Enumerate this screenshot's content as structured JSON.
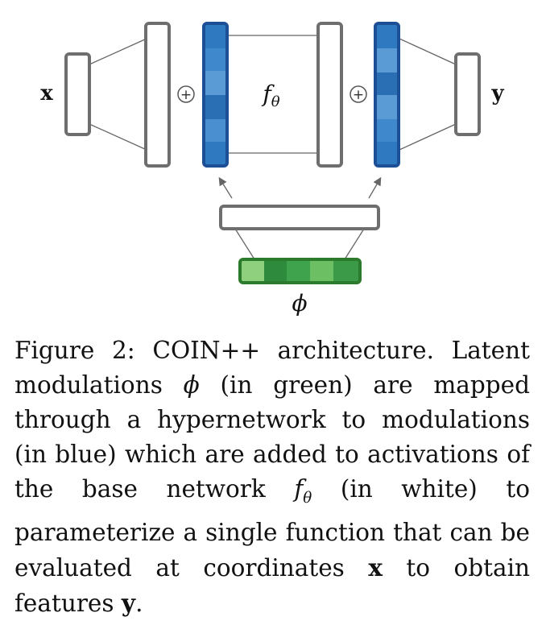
{
  "diagram": {
    "input_label": "x",
    "output_label": "y",
    "base_network_label": "f",
    "base_network_subscript": "θ",
    "latent_label": "ϕ",
    "add_symbol": "+",
    "colors": {
      "layer_stroke": "#6e6e6e",
      "blue_fill": "#2f79c0",
      "blue_stroke": "#1c4f96",
      "blue_light": "#5b9bd5",
      "green_fill": "#3a9a48",
      "green_stroke": "#2c7a2c",
      "green_light": "#8fd07e",
      "edge": "#666666"
    }
  },
  "caption": {
    "figure_label": "Figure 2:",
    "title": "COIN++ architecture.",
    "text_1": "Latent modulations",
    "latent_symbol": "ϕ",
    "text_2": "(in green) are mapped through a hypernetwork to modulations (in blue) which are added to activations of the base network",
    "base_symbol": "f",
    "base_subscript": "θ",
    "text_3": "(in white) to parameterize a single function that can be evaluated at coordinates",
    "coord_symbol": "x",
    "text_4": "to obtain features",
    "feature_symbol": "y",
    "text_end": "."
  }
}
